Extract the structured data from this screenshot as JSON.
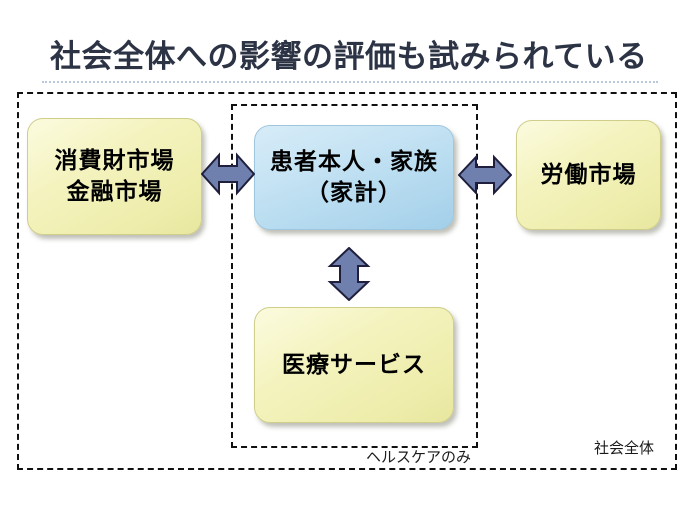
{
  "slide": {
    "title": "社会全体への影響の評価も試みられている",
    "background_color": "#ffffff",
    "title_color": "#2c3345",
    "rule_color": "#b9c9dd"
  },
  "frames": [
    {
      "name": "outer",
      "caption": "社会全体",
      "border_style": "dashed",
      "border_color": "#111111"
    },
    {
      "name": "inner",
      "caption": "ヘルスケアのみ",
      "border_style": "dashed",
      "border_color": "#111111"
    }
  ],
  "boxes": {
    "left": {
      "line1": "消費財市場",
      "line2": "金融市場",
      "color": "#f2f1b7",
      "style": "yellow"
    },
    "center": {
      "line1": "患者本人・家族",
      "line2": "（家計）",
      "color": "#bfe0f2",
      "style": "blue"
    },
    "right": {
      "line1": "労働市場",
      "line2": "",
      "color": "#f2f1b7",
      "style": "yellow"
    },
    "bottom": {
      "line1": "医療サービス",
      "line2": "",
      "color": "#f2f1b7",
      "style": "yellow"
    }
  },
  "arrows": [
    {
      "name": "left-right-double-arrow",
      "orientation": "horizontal",
      "connects": "消費財市場・金融市場 ↔ 患者本人・家族（家計）",
      "fill": "#6f7fae",
      "stroke": "#1f1f3d"
    },
    {
      "name": "right-double-arrow",
      "orientation": "horizontal",
      "connects": "患者本人・家族（家計） ↔ 労働市場",
      "fill": "#6f7fae",
      "stroke": "#1f1f3d"
    },
    {
      "name": "vertical-double-arrow",
      "orientation": "vertical",
      "connects": "患者本人・家族（家計） ↕ 医療サービス",
      "fill": "#6f7fae",
      "stroke": "#1f1f3d"
    }
  ]
}
